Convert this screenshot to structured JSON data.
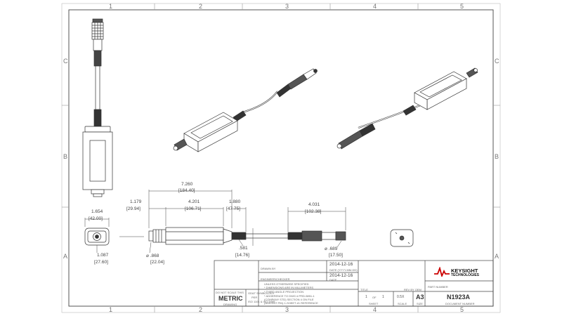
{
  "zones": {
    "columns": [
      "1",
      "2",
      "3",
      "4",
      "5"
    ],
    "rows": [
      "C",
      "B",
      "A"
    ]
  },
  "dimensions": {
    "overall_length": "7.260",
    "overall_length_mm": "[184.40]",
    "body_length": "4.201",
    "body_length_mm": "[106.71]",
    "front_length": "1.179",
    "front_length_mm": "[29.94]",
    "neck_length": "1.880",
    "neck_length_mm": "[47.75]",
    "cable_length": "4.031",
    "cable_length_mm": "[102.38]",
    "end_width": "1.654",
    "end_width_mm": "[42.00]",
    "end_height": "1.087",
    "end_height_mm": "[27.60]",
    "front_dia": "⌀ .868",
    "front_dia_mm": "[22.04]",
    "neck_dia": ".581",
    "neck_dia_mm": "[14.76]",
    "connector_dia": "⌀ .689",
    "connector_dia_mm": "[17.50]"
  },
  "title_block": {
    "drawn_by_label": "DRAWN BY",
    "date1": "2014-12-16",
    "date1_caption": "DATE (YYYY-MM-DD)",
    "date2": "2014-12-16",
    "date2_caption": "DATE",
    "engineer_label": "ENGINEER/CHECKER",
    "notes": [
      "UNLESS OTHERWISE SPECIFIED",
      "* DIMENSIONS ARE IN MILLIMETERS",
      "* THIRD ANGLE PROJECTION",
      "* ADHERENCE TO DWG # PRD-5851-1",
      "  (COMPANY STD) SECTION 4 ON FILE",
      "  (AGILENT PIN) 1-SHEET #1 REFERENCE"
    ],
    "no_scale_label": "DO NOT SCALE THIS",
    "units": "METRIC",
    "units_caption": "DRAWING",
    "gdt_label": "GD&T SYMBOLOGY",
    "gdt_per": "PER",
    "gdt_std": "ISO 1101 & ISO 5459",
    "title_label": "TITLE",
    "sheet_number": "1",
    "sheet_of": "OF",
    "sheet_total": "1",
    "sheet_caption": "SHEET",
    "scale": "0.5X",
    "scale_caption": "SCALE",
    "size": "A3",
    "size_caption": "SIZE",
    "part_label": "PART NUMBER",
    "doc_number": "N1923A",
    "doc_caption": "DOCUMENT NUMBER",
    "rev_label": "REV BY OEM",
    "company_line1": "KEYSIGHT",
    "company_line2": "TECHNOLOGIES"
  }
}
